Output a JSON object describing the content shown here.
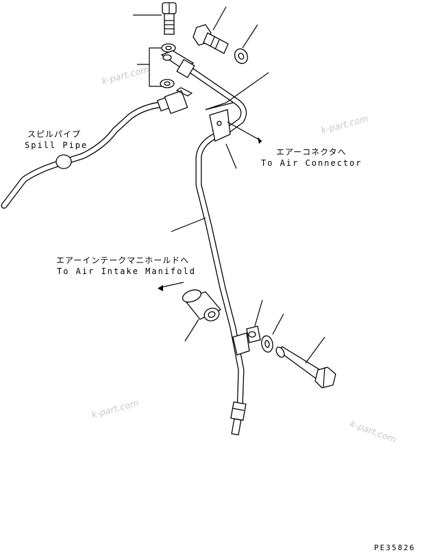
{
  "labels": {
    "spill_pipe_jp": "スピルパイプ",
    "spill_pipe_en": "Spill Pipe",
    "air_connector_jp": "エアーコネクタへ",
    "air_connector_en": "To Air Connector",
    "air_intake_jp": "エアーインテークマニホールドへ",
    "air_intake_en": "To Air Intake Manifold"
  },
  "watermarks": [
    "k-part.com",
    "k-part.com",
    "k-part.com",
    "k-part.com"
  ],
  "drawing_code": "PE35826"
}
